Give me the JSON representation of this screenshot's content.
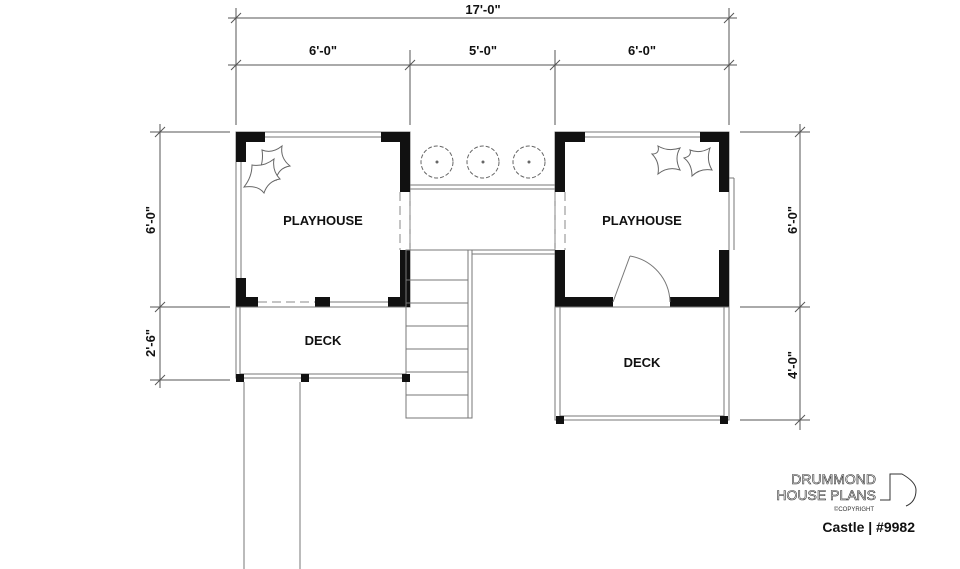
{
  "dimensions": {
    "overall_width": "17'-0\"",
    "left_width": "6'-0\"",
    "middle_width": "5'-0\"",
    "right_width": "6'-0\"",
    "left_playhouse_depth": "6'-0\"",
    "left_deck_depth": "2'-6\"",
    "right_playhouse_depth": "6'-0\"",
    "right_deck_depth": "4'-0\""
  },
  "rooms": {
    "left_playhouse": "PLAYHOUSE",
    "right_playhouse": "PLAYHOUSE",
    "left_deck": "DECK",
    "right_deck": "DECK"
  },
  "logo": {
    "line1": "DRUMMOND",
    "line2": "HOUSE PLANS",
    "copyright": "©COPYRIGHT"
  },
  "plan_title": "Castle | #9982"
}
